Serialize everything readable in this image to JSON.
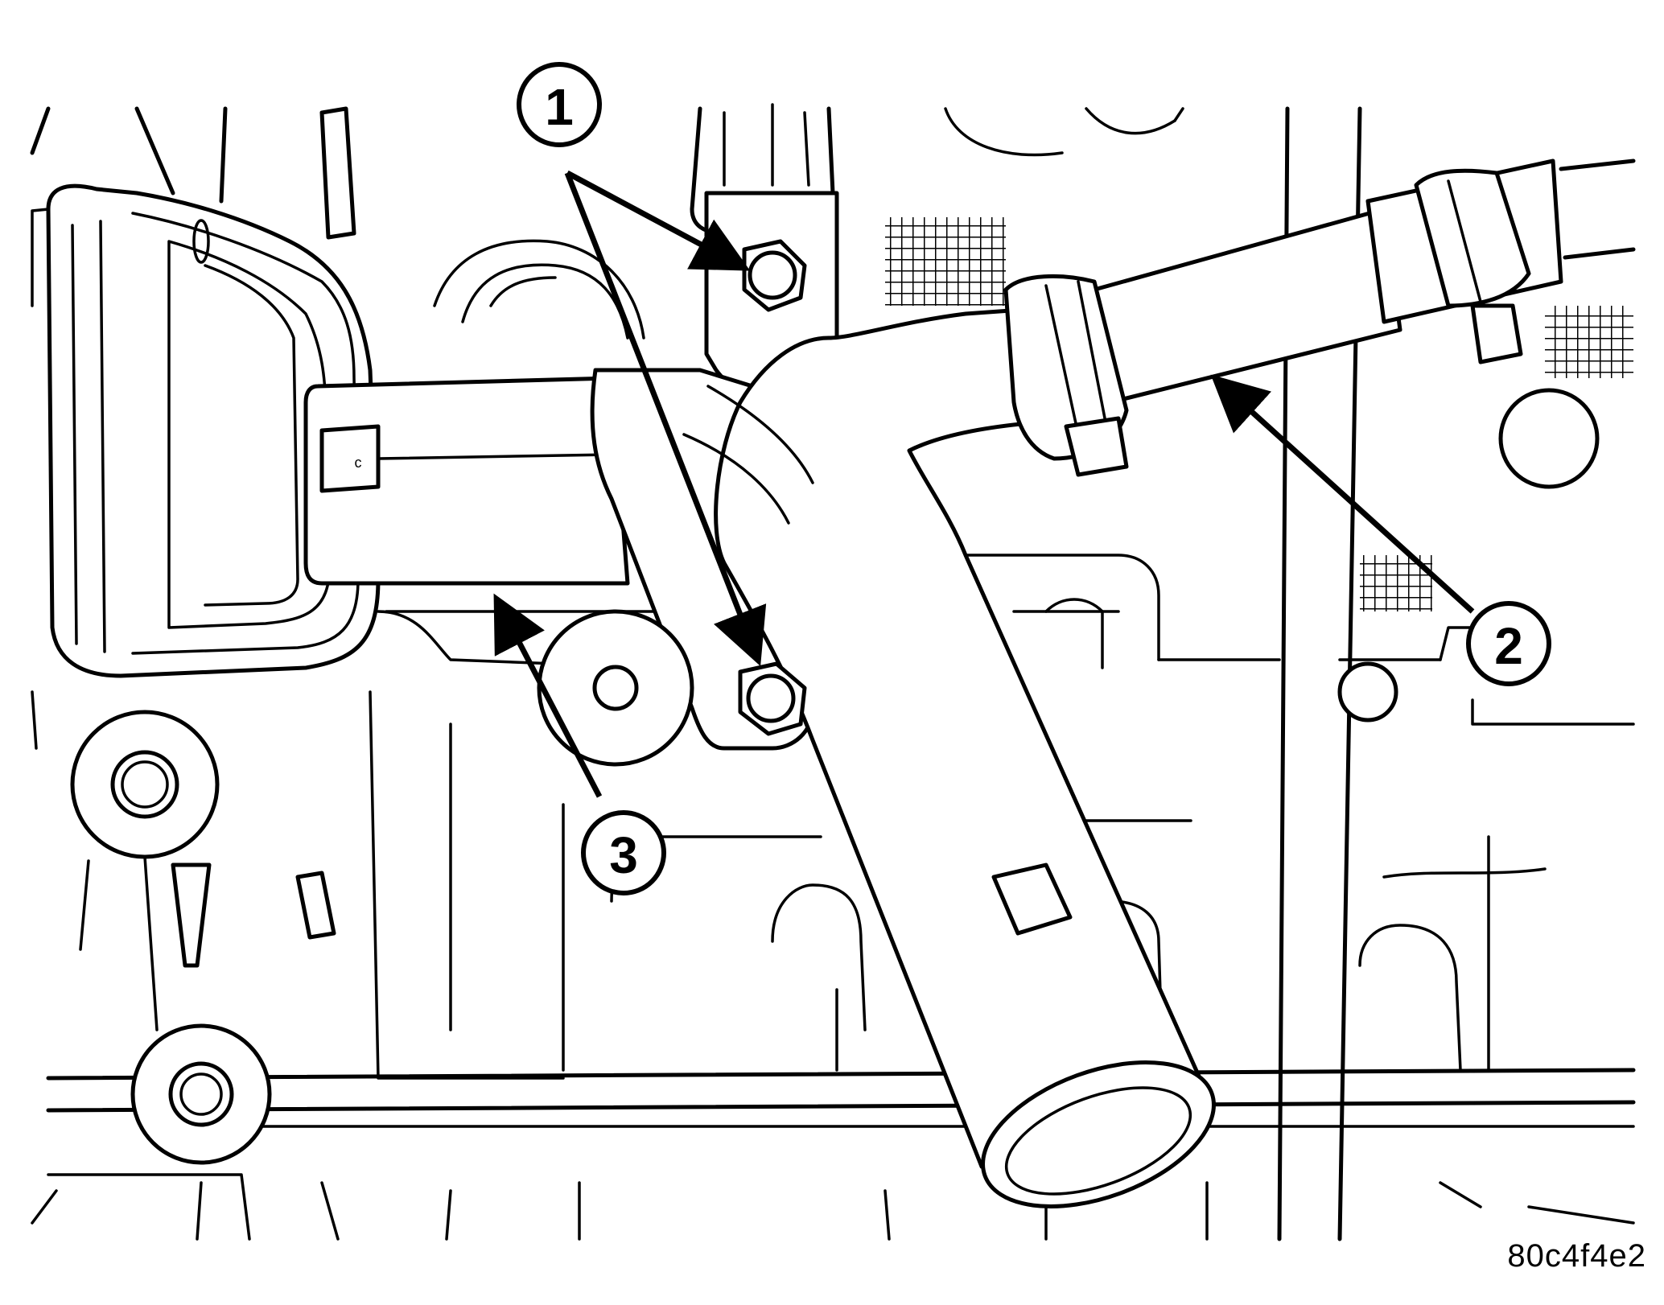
{
  "callouts": [
    {
      "label": "1"
    },
    {
      "label": "2"
    },
    {
      "label": "3"
    }
  ],
  "reference_code": "80c4f4e2",
  "colors": {
    "ink": "#000000",
    "paper": "#ffffff"
  }
}
